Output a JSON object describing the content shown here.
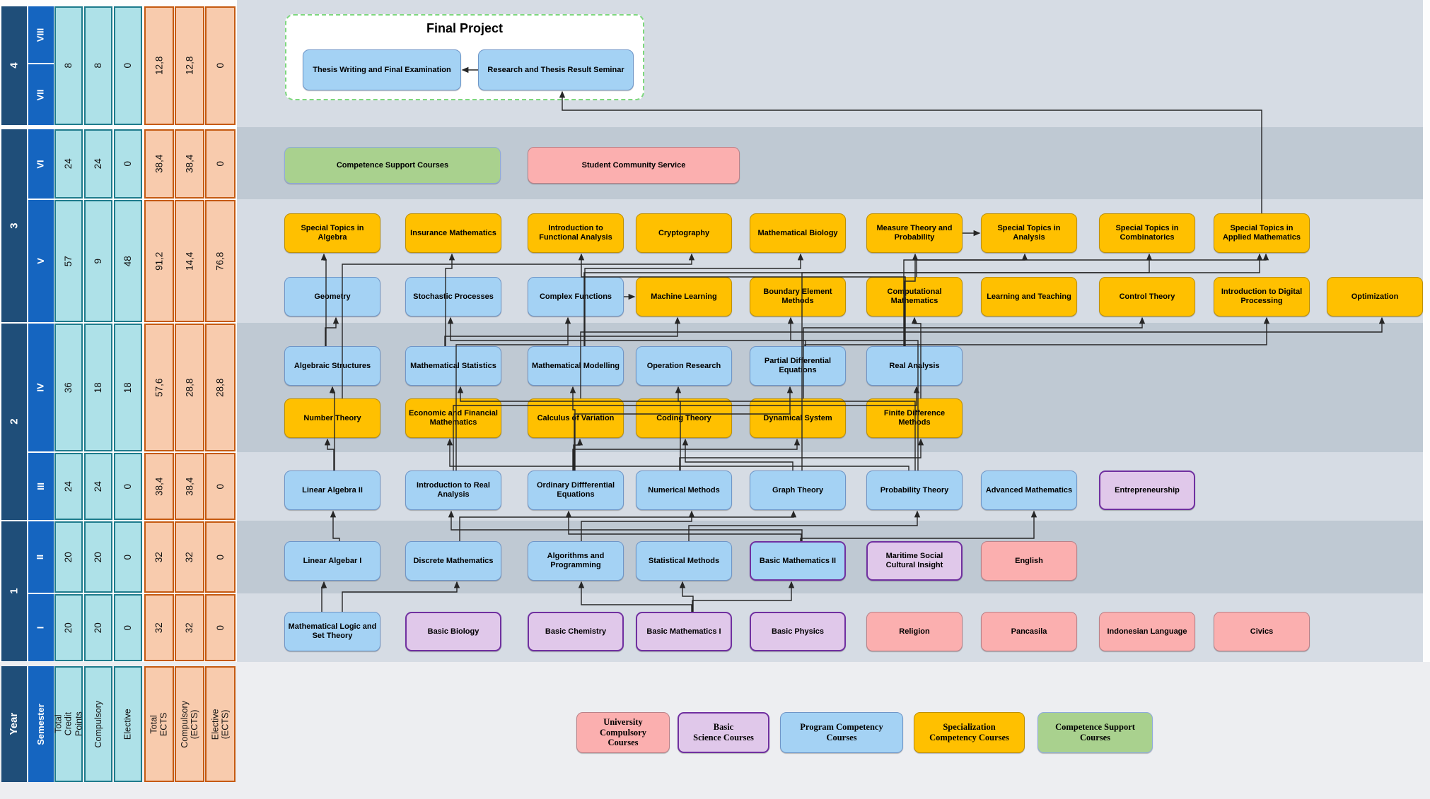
{
  "sidebar": {
    "header": {
      "year": "Year",
      "semester": "Semester",
      "columns": [
        "Total\nCredit Points",
        "Compulsory",
        "Elective",
        "Total\nECTS",
        "Compulsory (ECTS)",
        "Elective (ECTS)"
      ]
    },
    "years": [
      {
        "id": "4",
        "label": "4"
      },
      {
        "id": "3",
        "label": "3"
      },
      {
        "id": "2",
        "label": "2"
      },
      {
        "id": "1",
        "label": "1"
      }
    ],
    "semesters": [
      {
        "id": "VIII",
        "label": "VIII"
      },
      {
        "id": "VII",
        "label": "VII"
      },
      {
        "id": "VI",
        "label": "VI"
      },
      {
        "id": "V",
        "label": "V"
      },
      {
        "id": "IV",
        "label": "IV"
      },
      {
        "id": "III",
        "label": "III"
      },
      {
        "id": "II",
        "label": "II"
      },
      {
        "id": "I",
        "label": "I"
      }
    ],
    "credits": [
      {
        "scope": "Y4",
        "values": [
          "8",
          "8",
          "0",
          "12,8",
          "12,8",
          "0"
        ]
      },
      {
        "scope": "VI",
        "values": [
          "24",
          "24",
          "0",
          "38,4",
          "38,4",
          "0"
        ]
      },
      {
        "scope": "V",
        "values": [
          "57",
          "9",
          "48",
          "91,2",
          "14,4",
          "76,8"
        ]
      },
      {
        "scope": "IV",
        "values": [
          "36",
          "18",
          "18",
          "57,6",
          "28,8",
          "28,8"
        ]
      },
      {
        "scope": "III",
        "values": [
          "24",
          "24",
          "0",
          "38,4",
          "38,4",
          "0"
        ]
      },
      {
        "scope": "II",
        "values": [
          "20",
          "20",
          "0",
          "32",
          "32",
          "0"
        ]
      },
      {
        "scope": "I",
        "values": [
          "20",
          "20",
          "0",
          "32",
          "32",
          "0"
        ]
      }
    ]
  },
  "final_project": {
    "title": "Final Project",
    "courses": [
      {
        "label": "Thesis Writing and Final Examination",
        "type": "blue"
      },
      {
        "label": "Research and Thesis Result Seminar",
        "type": "blue"
      }
    ]
  },
  "semester_vi_boxes": [
    {
      "label": "Competence Support Courses",
      "type": "green"
    },
    {
      "label": "Student Community Service",
      "type": "pink"
    }
  ],
  "courses": [
    {
      "label": "Special Topics in Algebra",
      "type": "orange",
      "row": "VA",
      "col": 1
    },
    {
      "label": "Insurance Mathematics",
      "type": "orange",
      "row": "VA",
      "col": 2
    },
    {
      "label": "Introduction to Functional Analysis",
      "type": "orange",
      "row": "VA",
      "col": 3
    },
    {
      "label": "Cryptography",
      "type": "orange",
      "row": "VA",
      "col": 4
    },
    {
      "label": "Mathematical Biology",
      "type": "orange",
      "row": "VA",
      "col": 5
    },
    {
      "label": "Measure Theory and Probability",
      "type": "orange",
      "row": "VA",
      "col": 6
    },
    {
      "label": "Special Topics in Analysis",
      "type": "orange",
      "row": "VA",
      "col": 7
    },
    {
      "label": "Special Topics in Combinatorics",
      "type": "orange",
      "row": "VA",
      "col": 8
    },
    {
      "label": "Special Topics in Applied Mathematics",
      "type": "orange",
      "row": "VA",
      "col": 9
    },
    {
      "label": "Geometry",
      "type": "blue",
      "row": "VB",
      "col": 1
    },
    {
      "label": "Stochastic Processes",
      "type": "blue",
      "row": "VB",
      "col": 2
    },
    {
      "label": "Complex Functions",
      "type": "blue",
      "row": "VB",
      "col": 3
    },
    {
      "label": "Machine Learning",
      "type": "orange",
      "row": "VB",
      "col": 4
    },
    {
      "label": "Boundary Element Methods",
      "type": "orange",
      "row": "VB",
      "col": 5
    },
    {
      "label": "Computational Mathematics",
      "type": "orange",
      "row": "VB",
      "col": 6
    },
    {
      "label": "Learning and Teaching",
      "type": "orange",
      "row": "VB",
      "col": 7
    },
    {
      "label": "Control Theory",
      "type": "orange",
      "row": "VB",
      "col": 8
    },
    {
      "label": "Introduction to Digital Processing",
      "type": "orange",
      "row": "VB",
      "col": 9
    },
    {
      "label": "Optimization",
      "type": "orange",
      "row": "VB",
      "col": 10
    },
    {
      "label": "Algebraic Structures",
      "type": "blue",
      "row": "IVA",
      "col": 1
    },
    {
      "label": "Mathematical Statistics",
      "type": "blue",
      "row": "IVA",
      "col": 2
    },
    {
      "label": "Mathematical Modelling",
      "type": "blue",
      "row": "IVA",
      "col": 3
    },
    {
      "label": "Operation Research",
      "type": "blue",
      "row": "IVA",
      "col": 4
    },
    {
      "label": "Partial Differential Equations",
      "type": "blue",
      "row": "IVA",
      "col": 5
    },
    {
      "label": "Real Analysis",
      "type": "blue",
      "row": "IVA",
      "col": 6
    },
    {
      "label": "Number Theory",
      "type": "orange",
      "row": "IVB",
      "col": 1
    },
    {
      "label": "Economic and Financial Mathematics",
      "type": "orange",
      "row": "IVB",
      "col": 2
    },
    {
      "label": "Calculus of Variation",
      "type": "orange",
      "row": "IVB",
      "col": 3
    },
    {
      "label": "Coding Theory",
      "type": "orange",
      "row": "IVB",
      "col": 4
    },
    {
      "label": "Dynamical System",
      "type": "orange",
      "row": "IVB",
      "col": 5
    },
    {
      "label": "Finite Difference Methods",
      "type": "orange",
      "row": "IVB",
      "col": 6
    },
    {
      "label": "Linear Algebra II",
      "type": "blue",
      "row": "III",
      "col": 1
    },
    {
      "label": "Introduction to Real Analysis",
      "type": "blue",
      "row": "III",
      "col": 2
    },
    {
      "label": "Ordinary Diffferential Equations",
      "type": "blue",
      "row": "III",
      "col": 3
    },
    {
      "label": "Numerical Methods",
      "type": "blue",
      "row": "III",
      "col": 4
    },
    {
      "label": "Graph Theory",
      "type": "blue",
      "row": "III",
      "col": 5
    },
    {
      "label": "Probability Theory",
      "type": "blue",
      "row": "III",
      "col": 6
    },
    {
      "label": "Advanced Mathematics",
      "type": "blue",
      "row": "III",
      "col": 7
    },
    {
      "label": "Entrepreneurship",
      "type": "plum",
      "row": "III",
      "col": 8
    },
    {
      "label": "Linear Algebar I",
      "type": "blue",
      "row": "II",
      "col": 1
    },
    {
      "label": "Discrete Mathematics",
      "type": "blue",
      "row": "II",
      "col": 2
    },
    {
      "label": "Algorithms and Programming",
      "type": "blue",
      "row": "II",
      "col": 3
    },
    {
      "label": "Statistical Methods",
      "type": "blue",
      "row": "II",
      "col": 4
    },
    {
      "label": "Basic Mathematics II",
      "type": "blue-purple",
      "row": "II",
      "col": 5
    },
    {
      "label": "Maritime Social Cultural Insight",
      "type": "plum",
      "row": "II",
      "col": 6
    },
    {
      "label": "English",
      "type": "pink",
      "row": "II",
      "col": 7
    },
    {
      "label": "Mathematical Logic and Set Theory",
      "type": "blue",
      "row": "I",
      "col": 1
    },
    {
      "label": "Basic Biology",
      "type": "plum",
      "row": "I",
      "col": 2
    },
    {
      "label": "Basic Chemistry",
      "type": "plum",
      "row": "I",
      "col": 3
    },
    {
      "label": "Basic Mathematics I",
      "type": "plum",
      "row": "I",
      "col": 4
    },
    {
      "label": "Basic Physics",
      "type": "plum",
      "row": "I",
      "col": 5
    },
    {
      "label": "Religion",
      "type": "pink",
      "row": "I",
      "col": 6
    },
    {
      "label": "Pancasila",
      "type": "pink",
      "row": "I",
      "col": 7
    },
    {
      "label": "Indonesian Language",
      "type": "pink",
      "row": "I",
      "col": 8
    },
    {
      "label": "Civics",
      "type": "pink",
      "row": "I",
      "col": 9
    }
  ],
  "prerequisites": [
    [
      "Mathematical Logic and Set Theory",
      "Linear Algebar I"
    ],
    [
      "Mathematical Logic and Set Theory",
      "Discrete Mathematics"
    ],
    [
      "Basic Mathematics I",
      "Statistical Methods"
    ],
    [
      "Basic Mathematics I",
      "Basic Mathematics II"
    ],
    [
      "Basic Mathematics I",
      "Algorithms and Programming"
    ],
    [
      "Linear Algebar I",
      "Linear Algebra II"
    ],
    [
      "Discrete Mathematics",
      "Graph Theory"
    ],
    [
      "Algorithms and Programming",
      "Numerical Methods"
    ],
    [
      "Statistical Methods",
      "Probability Theory"
    ],
    [
      "Basic Mathematics II",
      "Introduction to Real Analysis"
    ],
    [
      "Basic Mathematics II",
      "Ordinary Diffferential Equations"
    ],
    [
      "Basic Mathematics II",
      "Advanced Mathematics"
    ],
    [
      "Linear Algebra II",
      "Algebraic Structures"
    ],
    [
      "Linear Algebra II",
      "Number Theory"
    ],
    [
      "Probability Theory",
      "Mathematical Statistics"
    ],
    [
      "Introduction to Real Analysis",
      "Real Analysis"
    ],
    [
      "Ordinary Diffferential Equations",
      "Mathematical Modelling"
    ],
    [
      "Ordinary Diffferential Equations",
      "Partial Differential Equations"
    ],
    [
      "Ordinary Diffferential Equations",
      "Calculus of Variation"
    ],
    [
      "Ordinary Diffferential Equations",
      "Dynamical System"
    ],
    [
      "Numerical Methods",
      "Operation Research"
    ],
    [
      "Numerical Methods",
      "Finite Difference Methods"
    ],
    [
      "Graph Theory",
      "Coding Theory"
    ],
    [
      "Probability Theory",
      "Economic and Financial Mathematics"
    ],
    [
      "Algebraic Structures",
      "Special Topics in Algebra"
    ],
    [
      "Algebraic Structures",
      "Geometry"
    ],
    [
      "Mathematical Statistics",
      "Insurance Mathematics"
    ],
    [
      "Mathematical Statistics",
      "Machine Learning"
    ],
    [
      "Real Analysis",
      "Introduction to Functional Analysis"
    ],
    [
      "Real Analysis",
      "Measure Theory and Probability"
    ],
    [
      "Real Analysis",
      "Special Topics in Analysis"
    ],
    [
      "Number Theory",
      "Cryptography"
    ],
    [
      "Mathematical Modelling",
      "Mathematical Biology"
    ],
    [
      "Mathematical Modelling",
      "Special Topics in Applied Mathematics"
    ],
    [
      "Partial Differential Equations",
      "Boundary Element Methods"
    ],
    [
      "Partial Differential Equations",
      "Introduction to Digital Processing"
    ],
    [
      "Finite Difference Methods",
      "Computational Mathematics"
    ],
    [
      "Dynamical System",
      "Control Theory"
    ],
    [
      "Calculus of Variation",
      "Optimization"
    ],
    [
      "Graph Theory",
      "Special Topics in Combinatorics"
    ],
    [
      "Probability Theory",
      "Stochastic Processes"
    ],
    [
      "Introduction to Real Analysis",
      "Complex Functions"
    ],
    [
      "Computational Mathematics",
      "Special Topics in Applied Mathematics"
    ],
    [
      "Measure Theory and Probability",
      "Special Topics in Analysis"
    ],
    [
      "Complex Functions",
      "Machine Learning"
    ],
    [
      "Special Topics in Applied Mathematics",
      "Research and Thesis Result Seminar"
    ],
    [
      "Research and Thesis Result Seminar",
      "Thesis Writing and Final Examination"
    ]
  ],
  "legend": [
    {
      "label": "University\nCompulsory\nCourses",
      "type": "pink"
    },
    {
      "label": "Basic\nScience Courses",
      "type": "plum"
    },
    {
      "label": "Program Competency\nCourses",
      "type": "blue"
    },
    {
      "label": "Specialization\nCompetency Courses",
      "type": "orange"
    },
    {
      "label": "Competence Support\nCourses",
      "type": "green"
    }
  ],
  "colors": {
    "band_light": "#D6DCE4",
    "band_dark": "#BFC9D3",
    "footer": "#EDEEF1",
    "year_column": "#1F4E79",
    "semester_column": "#1565C0",
    "teal_fill": "#AEE1E8",
    "teal_border": "#1E7B8C",
    "orange_cell_fill": "#F8CBAD",
    "orange_cell_border": "#C55A11",
    "box_blue": "#A4D2F4",
    "box_orange": "#FFC000",
    "box_pink": "#FBAFAF",
    "box_plum": "#E0C8EA",
    "box_green": "#A9D18E"
  }
}
